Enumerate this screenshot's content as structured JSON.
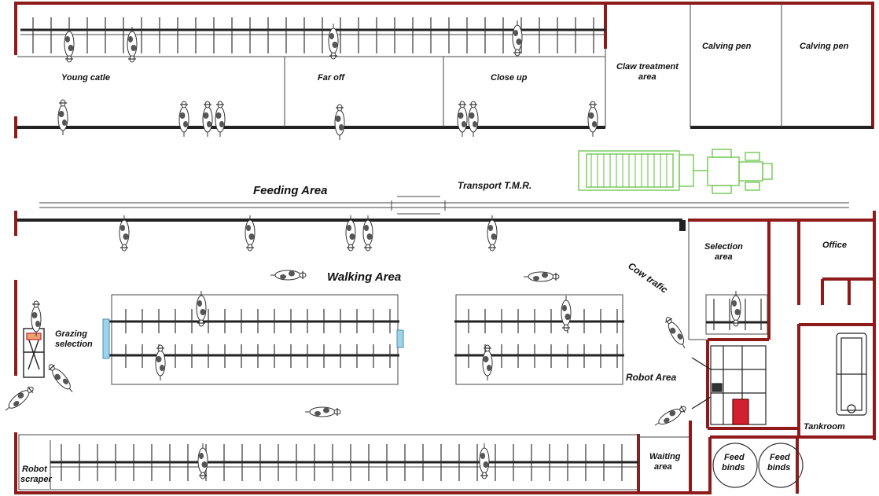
{
  "title": "",
  "labels": {
    "young_cattle": "Young catle",
    "far_off": "Far off",
    "close_up": "Close up",
    "claw_treatment_1": "Claw treatment",
    "claw_treatment_2": "area",
    "calving_pen_1": "Calving pen",
    "calving_pen_2": "Calving pen",
    "feeding_area": "Feeding Area",
    "transport_tmr": "Transport T.M.R.",
    "walking_area": "Walking Area",
    "cow_traffic": "Cow trafic",
    "selection_area_1": "Selection",
    "selection_area_2": "area",
    "office": "Office",
    "grazing_selection_1": "Grazing",
    "grazing_selection_2": "selection",
    "robot_area": "Robot Area",
    "tankroom": "Tankroom",
    "robot_scraper_1": "Robot",
    "robot_scraper_2": "scraper",
    "waiting_area_1": "Waiting",
    "waiting_area_2": "area",
    "feed_binds_1_line1": "Feed",
    "feed_binds_1_line2": "binds",
    "feed_binds_2_line1": "Feed",
    "feed_binds_2_line2": "binds"
  },
  "colors": {
    "wall": "#8e1a1a",
    "tractor": "#5cbf3a",
    "robot": "#d3202e",
    "gate": "#9fd3ea",
    "cow_spot": "#555555"
  }
}
